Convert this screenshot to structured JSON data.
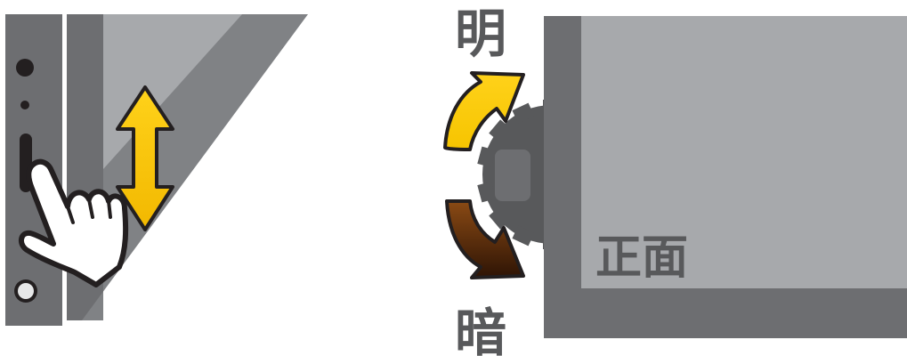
{
  "labels": {
    "bright": "明",
    "dark": "暗",
    "front": "正面"
  },
  "icons": {
    "touch": "hand-pointer-icon",
    "vertical_swipe": "double-arrow-vertical-icon",
    "increase": "curved-arrow-up-icon",
    "decrease": "curved-arrow-down-icon",
    "dial": "gear-dial-icon"
  },
  "colors": {
    "device_dark": "#6d6e71",
    "device_mid": "#808285",
    "screen": "#a7a9ac",
    "text_gray": "#58595b",
    "arrow_yellow": "#f2c200",
    "arrow_brown": "#5a2d0c",
    "outline": "#231f20"
  }
}
